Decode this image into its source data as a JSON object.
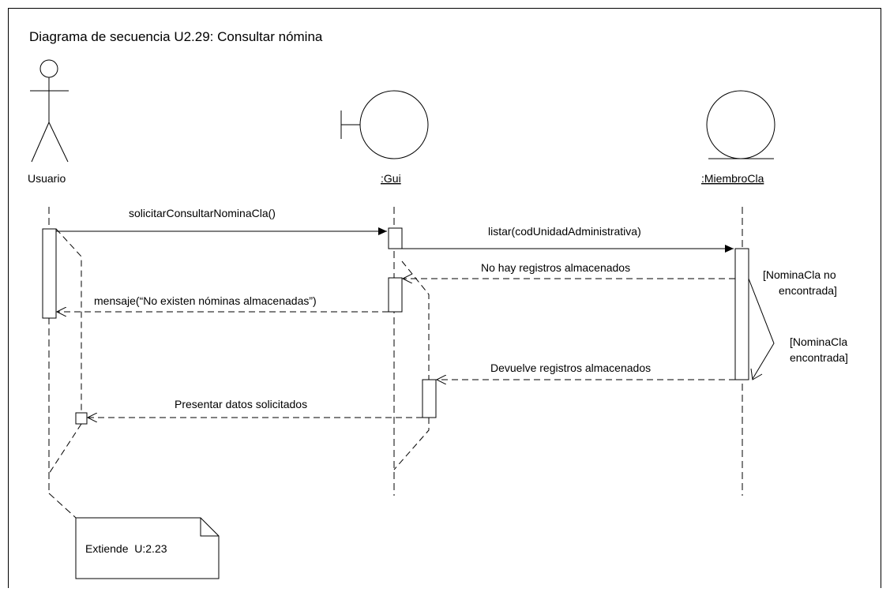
{
  "diagram": {
    "title": "Diagrama de secuencia U2.29: Consultar nómina",
    "participants": {
      "actor": "Usuario",
      "boundary": ":Gui",
      "entity": ":MiembroCla"
    },
    "messages": {
      "m1": "solicitarConsultarNominaCla()",
      "m2": "listar(codUnidadAdministrativa)",
      "m3": "No hay registros almacenados",
      "m4": "mensaje(“No existen nóminas almacenadas”)",
      "m5": "Devuelve registros almacenados",
      "m6": "Presentar datos solicitados"
    },
    "guards": {
      "g1_line1": "[NominaCla no",
      "g1_line2": "encontrada]",
      "g2_line1": "[NominaCla",
      "g2_line2": "encontrada]"
    },
    "note": "Extiende  U:2.23"
  }
}
